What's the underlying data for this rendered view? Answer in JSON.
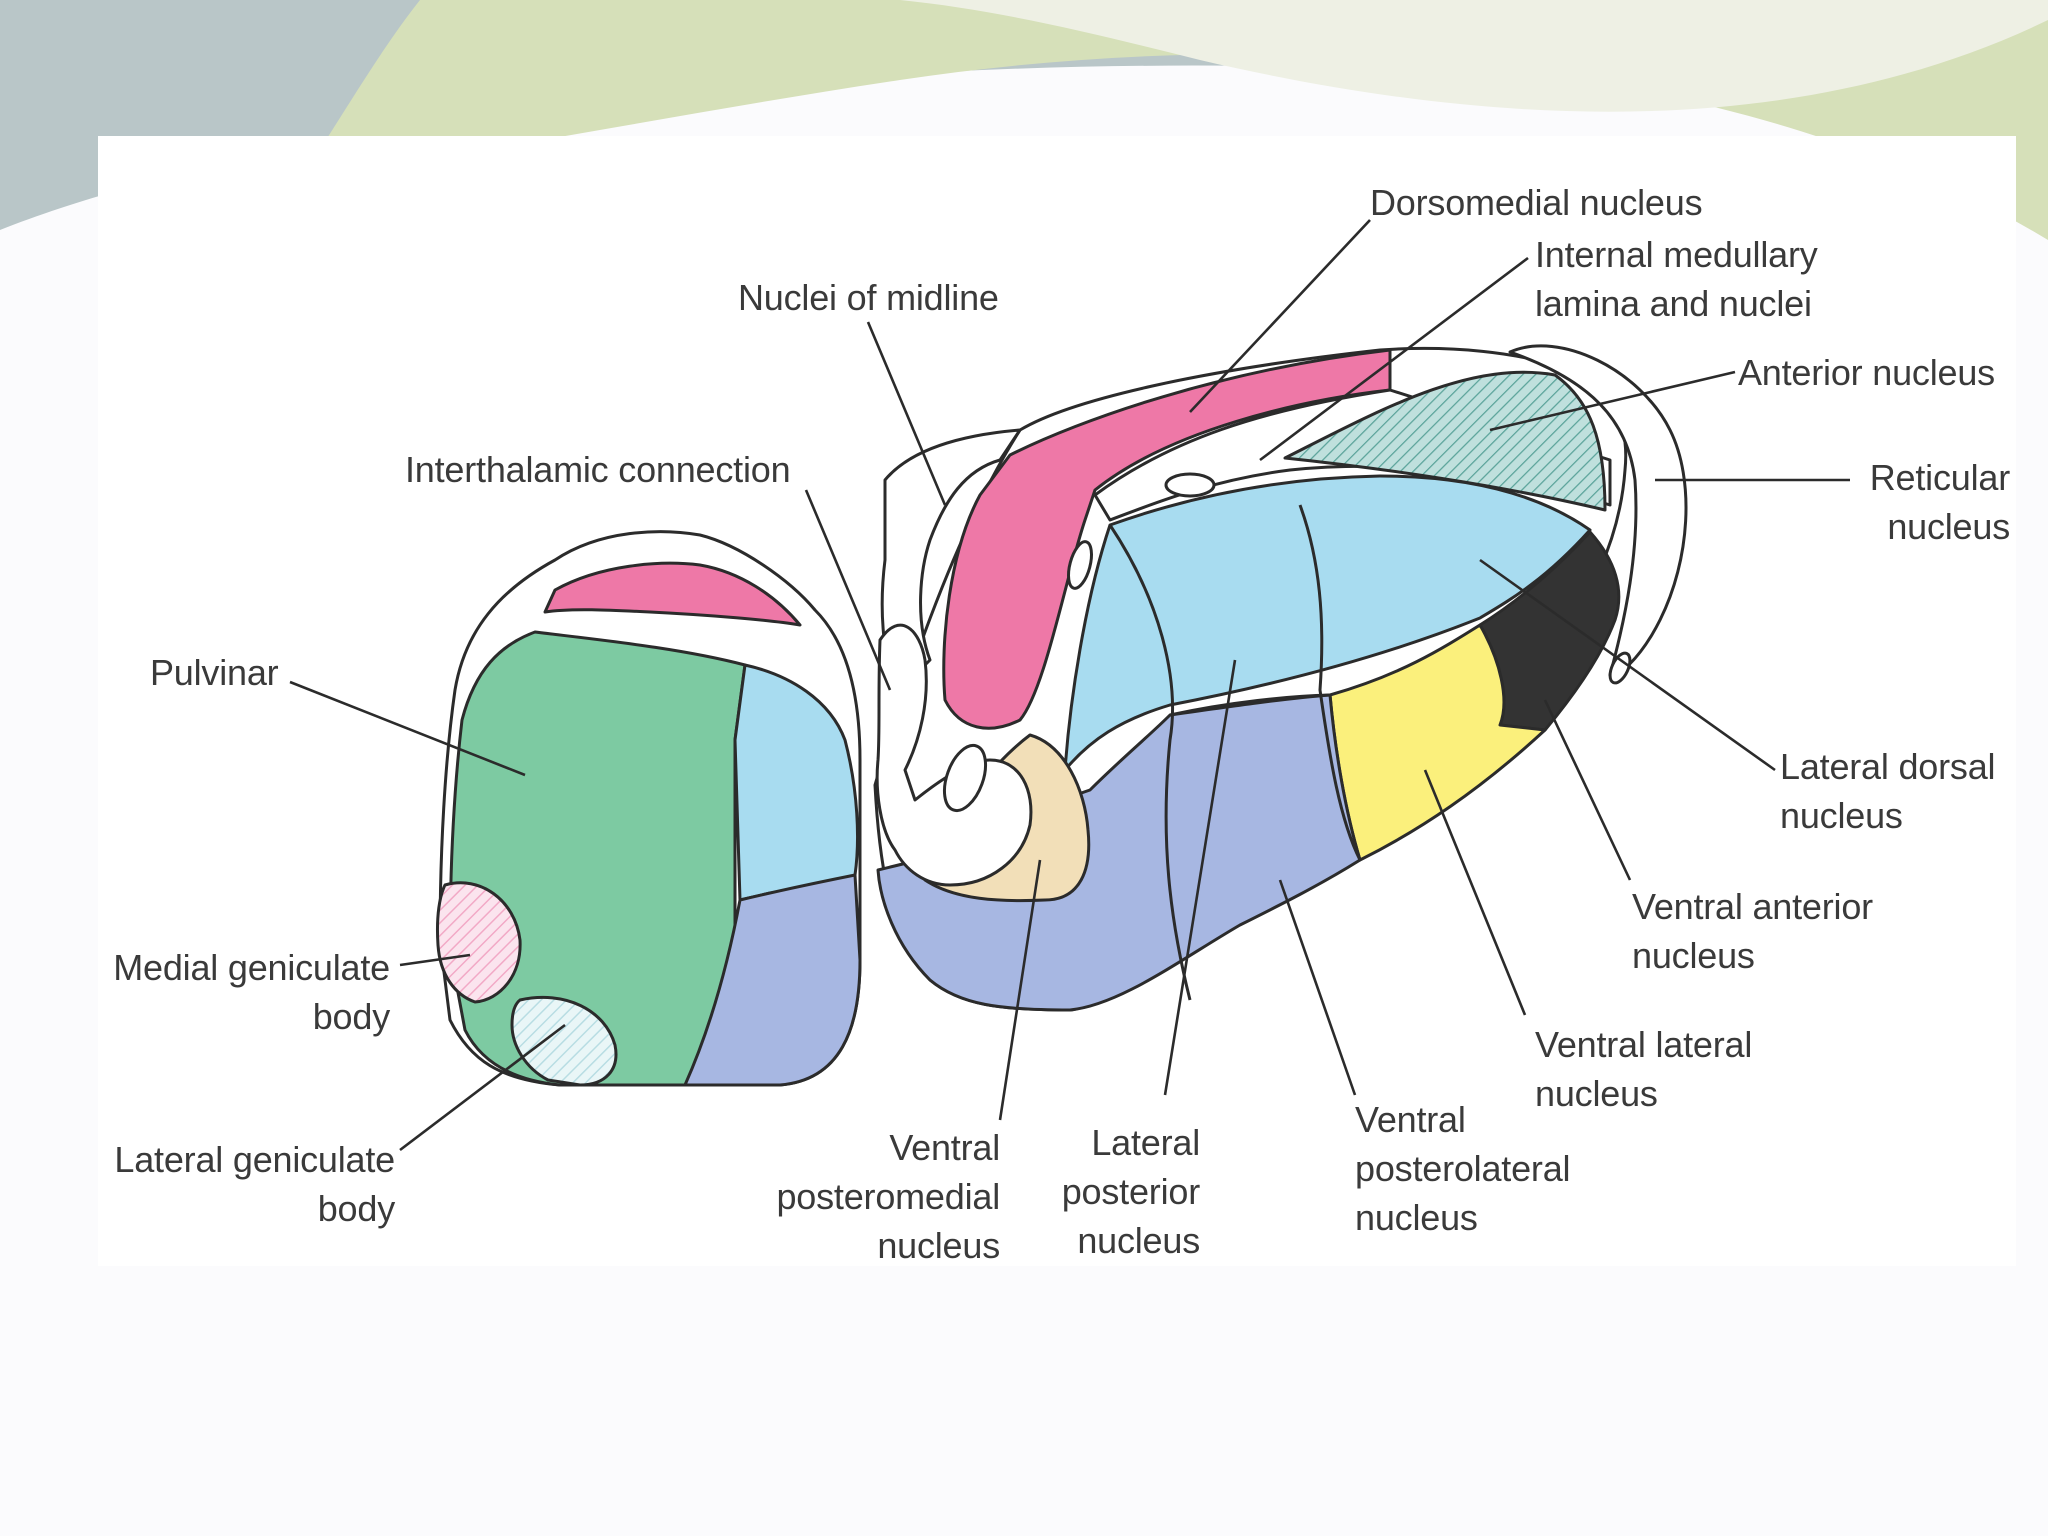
{
  "slide": {
    "background": "#fbfbfd",
    "header_wave_colors": [
      "#b9c6c8",
      "#d6e0b9",
      "#eef0e4"
    ]
  },
  "diagram": {
    "region_colors": {
      "dorsomedial": "#ee78a7",
      "anterior_nucleus_hatch": "#bfe0dd",
      "lateral_dorsal": "#a8dcf0",
      "ventral_anterior": "#333333",
      "ventral_lateral": "#fbf07c",
      "ventral_posterolateral": "#a7b7e2",
      "ventral_posteromedial": "#f2dfb8",
      "pulvinar": "#7dcaa2",
      "medial_geniculate_hatch": "#f2a9c6",
      "lateral_geniculate_hatch": "#b8dde3",
      "outline": "#2b2b2b"
    },
    "labels": {
      "dorsomedial": [
        "Dorsomedial nucleus"
      ],
      "internal_medullary": [
        "Internal medullary",
        "lamina and nuclei"
      ],
      "nuclei_midline": [
        "Nuclei of midline"
      ],
      "anterior": [
        "Anterior nucleus"
      ],
      "interthalamic": [
        "Interthalamic connection"
      ],
      "reticular": [
        "Reticular",
        "nucleus"
      ],
      "pulvinar": [
        "Pulvinar"
      ],
      "lateral_dorsal": [
        "Lateral dorsal",
        "nucleus"
      ],
      "ventral_anterior": [
        "Ventral anterior",
        "nucleus"
      ],
      "medial_geniculate": [
        "Medial geniculate",
        "body"
      ],
      "ventral_lateral": [
        "Ventral lateral",
        "nucleus"
      ],
      "lateral_geniculate": [
        "Lateral geniculate",
        "body"
      ],
      "ventral_posteromedial": [
        "Ventral",
        "posteromedial",
        "nucleus"
      ],
      "lateral_posterior": [
        "Lateral",
        "posterior",
        "nucleus"
      ],
      "ventral_posterolateral": [
        "Ventral",
        "posterolateral",
        "nucleus"
      ]
    }
  }
}
